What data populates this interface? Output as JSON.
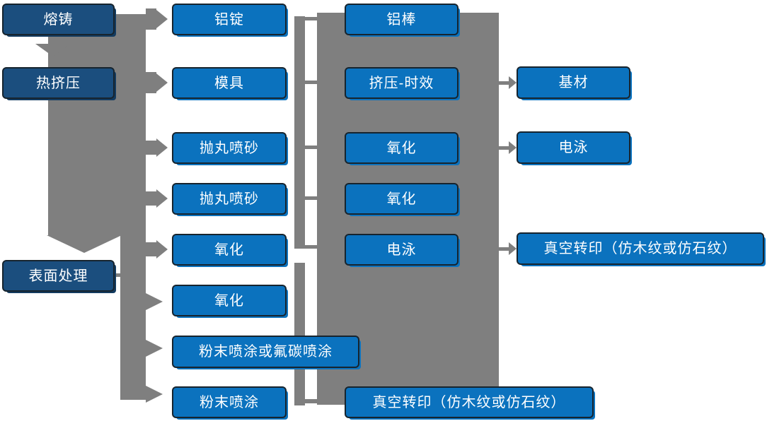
{
  "colors": {
    "stage_fill": "#1b4e7e",
    "node_fill": "#0b72be",
    "connector_gray": "#7f7f7f",
    "box_border": "#17242e",
    "text": "#ffffff",
    "background": "#ffffff"
  },
  "stage_column": {
    "items": [
      {
        "label": "熔铸"
      },
      {
        "label": "热挤压"
      },
      {
        "label": "表面处理"
      }
    ]
  },
  "process_column": {
    "items": [
      {
        "label": "铝锭"
      },
      {
        "label": "模具"
      },
      {
        "label": "抛丸喷砂"
      },
      {
        "label": "抛丸喷砂"
      },
      {
        "label": "氧化"
      },
      {
        "label": "氧化"
      },
      {
        "label": "粉末喷涂或氟碳喷涂"
      },
      {
        "label": "粉末喷涂"
      }
    ]
  },
  "result_column": {
    "items": [
      {
        "label": "铝棒"
      },
      {
        "label": "挤压-时效"
      },
      {
        "label": "氧化"
      },
      {
        "label": "氧化"
      },
      {
        "label": "电泳"
      },
      {
        "label": "真空转印（仿木纹或仿石纹）"
      }
    ]
  },
  "output_column": {
    "items": [
      {
        "label": "基材"
      },
      {
        "label": "电泳"
      },
      {
        "label": "真空转印（仿木纹或仿石纹）"
      }
    ]
  }
}
